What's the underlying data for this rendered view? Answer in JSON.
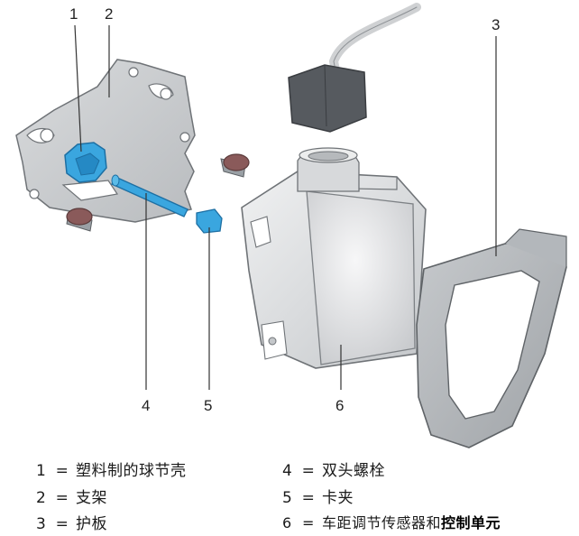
{
  "callouts": [
    "1",
    "2",
    "3",
    "4",
    "5",
    "6"
  ],
  "legend": [
    {
      "num": "1",
      "eq": "=",
      "text": "塑料制的球节壳"
    },
    {
      "num": "2",
      "eq": "=",
      "text": "支架"
    },
    {
      "num": "3",
      "eq": "=",
      "text": "护板"
    },
    {
      "num": "4",
      "eq": "=",
      "text": "双头螺栓"
    },
    {
      "num": "5",
      "eq": "=",
      "text": "卡夹"
    },
    {
      "num": "6",
      "eq": "=",
      "text": "车距调节传感器和",
      "bold": "控制单元"
    }
  ],
  "colors": {
    "part_blue": "#3aa6df",
    "part_gray": "#d3d5d8",
    "part_dark": "#565a5f",
    "outline": "#6f7377",
    "screw": "#8a5a5a"
  }
}
